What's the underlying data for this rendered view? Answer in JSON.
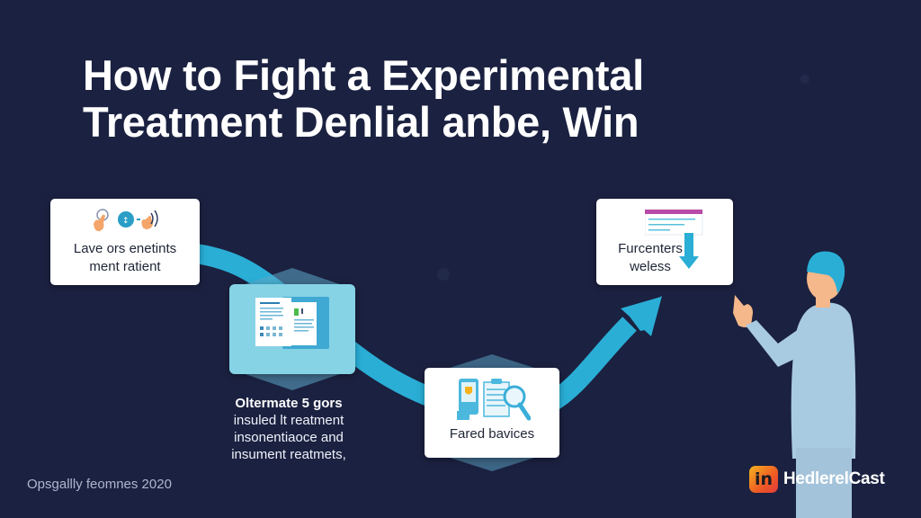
{
  "colors": {
    "background": "#1b2140",
    "accent_blue": "#2aaed6",
    "light_blue": "#86d3e6",
    "card_bg": "#ffffff",
    "pink_bar": "#b94ba8",
    "skin": "#f5b88a",
    "hair": "#2aaed6",
    "scrubs": "#a9cbe2"
  },
  "title": {
    "line1": "How to Fight a Experimental",
    "line2": "Treatment Denlial anbe, Win"
  },
  "steps": [
    {
      "id": "step-1",
      "icon": "hand-gesture-icons",
      "label": "Lave ors enetints ment ratient"
    },
    {
      "id": "step-2",
      "icon": "document-icon",
      "label": ""
    },
    {
      "id": "step-3",
      "icon": "phone-clipboard-magnifier-icons",
      "label": "Fared bavices"
    },
    {
      "id": "step-4",
      "icon": "form-down-arrow-icon",
      "label": "Furcenters weless"
    }
  ],
  "description": {
    "heading": "Oltermate 5 gors",
    "body": "insuled lt reatment insonentiaoce and insument reatmets,"
  },
  "footer": {
    "left_text": "Opsgallly feomnes 2020",
    "brand_logo_text": "in",
    "brand_name": "HedlerelCast"
  }
}
